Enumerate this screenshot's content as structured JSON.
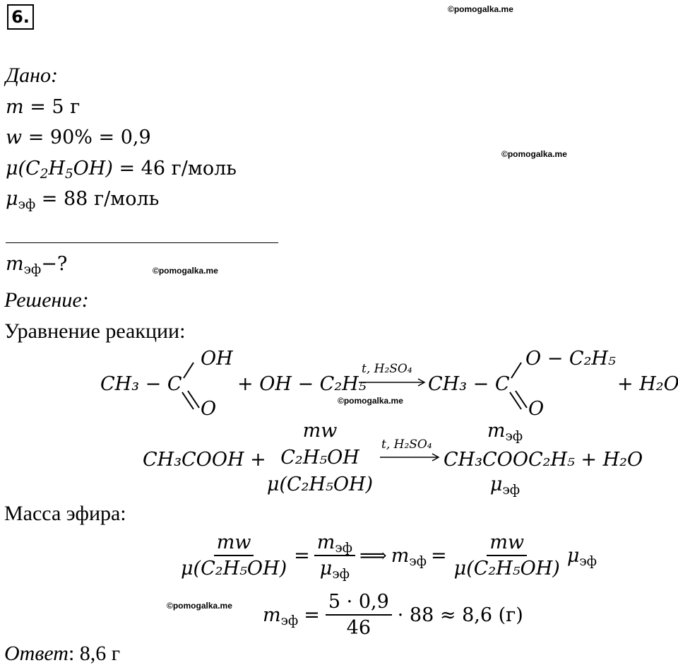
{
  "problem": {
    "number": "6."
  },
  "watermark": "©pomogalka.me",
  "given": {
    "heading": "Дано:",
    "items": [
      {
        "lhs": "m",
        "rhs": " = 5 г"
      },
      {
        "lhs": "w",
        "rhs": " = 90% = 0,9"
      },
      {
        "lhs": "μ(C",
        "sub1": "2",
        "mid1": "H",
        "sub2": "5",
        "mid2": "OH)",
        "rhs": " = 46 г/моль"
      },
      {
        "lhs": "μ",
        "sub": "эф",
        "rhs": " = 88 г/моль"
      }
    ]
  },
  "find": {
    "lhs": "m",
    "sub": "эф",
    "rhs": "−?"
  },
  "solution": {
    "heading": "Решение:",
    "reaction_label": "Уравнение реакции:",
    "reaction_condition": "t, H₂SO₄",
    "structural": {
      "acid_left": "CH₃ − C",
      "acid_oh": "OH",
      "acid_o": "O",
      "plus1": "+ OH − C₂H₅",
      "ester_left": "CH₃ − C",
      "ester_top": "O − C₂H₅",
      "ester_o": "O",
      "plus2": "+ H₂O"
    },
    "condensed": {
      "acid": "CH₃COOH +",
      "above_alcohol": "mw",
      "alcohol": "C₂H₅OH",
      "below_alcohol": "μ(C₂H₅OH)",
      "above_ester": "m",
      "above_ester_sub": "эф",
      "ester": "CH₃COOC₂H₅ + H₂O",
      "below_ester": "μ",
      "below_ester_sub": "эф"
    },
    "mass_label": "Масса эфира:",
    "eq1": {
      "num1": "mw",
      "den1": "μ(C₂H₅OH)",
      "eq": "=",
      "num2": "m",
      "num2_sub": "эф",
      "den2": "μ",
      "den2_sub": "эф",
      "implies": "⟹",
      "lhs": "m",
      "lhs_sub": "эф",
      "eq2": "=",
      "num3": "mw",
      "den3": "μ(C₂H₅OH)",
      "tail": "μ",
      "tail_sub": "эф"
    },
    "eq2": {
      "lhs": "m",
      "lhs_sub": "эф",
      "eq": "=",
      "num": "5 · 0,9",
      "den": "46",
      "rest": "· 88 ≈ 8,6 (г)"
    }
  },
  "answer": {
    "label": "Ответ",
    "value": ": 8,6 г"
  }
}
